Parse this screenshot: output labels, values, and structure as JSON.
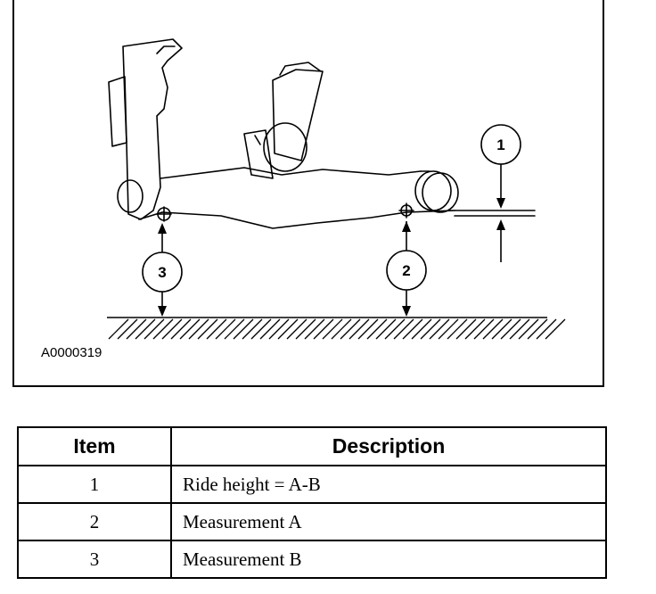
{
  "figure": {
    "id_label": "A0000319",
    "callouts": [
      "1",
      "2",
      "3"
    ]
  },
  "table": {
    "headers": [
      "Item",
      "Description"
    ],
    "rows": [
      {
        "item": "1",
        "description": "Ride height = A-B"
      },
      {
        "item": "2",
        "description": "Measurement A"
      },
      {
        "item": "3",
        "description": "Measurement B"
      }
    ]
  }
}
